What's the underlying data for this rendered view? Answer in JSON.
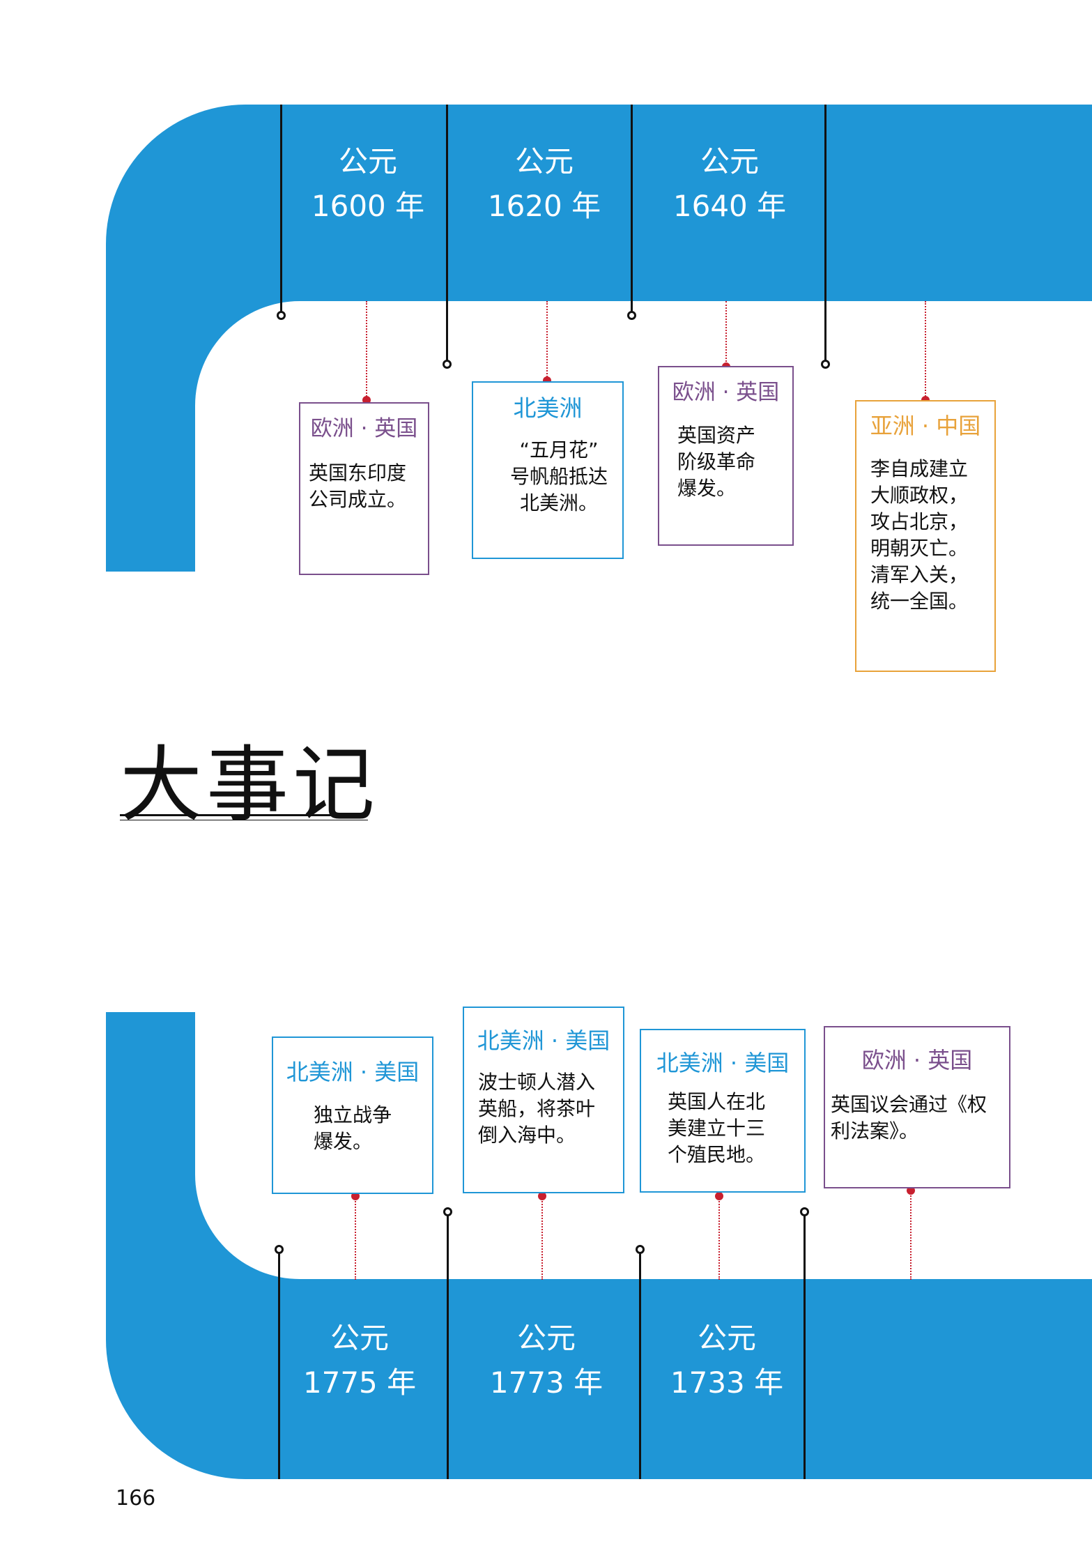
{
  "colors": {
    "band_blue": "#1f96d6",
    "europe_purple": "#7a4f8c",
    "america_blue": "#1f96d6",
    "asia_orange": "#e8a23a",
    "marker_red": "#c8202f"
  },
  "title": "大事记",
  "page_number": "166",
  "top_timeline": [
    {
      "year_prefix": "公元",
      "year": "1600 年",
      "region": "欧洲 · 英国",
      "region_color": "#7a4f8c",
      "description": "英国东印度\n公司成立。"
    },
    {
      "year_prefix": "公元",
      "year": "1620 年",
      "region": "北美洲",
      "region_color": "#1f96d6",
      "description": "“五月花”\n号帆船抵达\n北美洲。"
    },
    {
      "year_prefix": "公元",
      "year": "1640 年",
      "region": "欧洲 · 英国",
      "region_color": "#7a4f8c",
      "description": "英国资产\n阶级革命\n爆发。"
    },
    {
      "year_prefix": "",
      "year": "",
      "region": "亚洲 · 中国",
      "region_color": "#e8a23a",
      "description": "李自成建立\n大顺政权，\n攻占北京，\n明朝灭亡。\n清军入关，\n统一全国。"
    }
  ],
  "bottom_timeline": [
    {
      "year_prefix": "公元",
      "year": "1775 年",
      "region": "北美洲 · 美国",
      "region_color": "#1f96d6",
      "description": "独立战争\n爆发。"
    },
    {
      "year_prefix": "公元",
      "year": "1773 年",
      "region": "北美洲 · 美国",
      "region_color": "#1f96d6",
      "description": "波士顿人潜入\n英船，将茶叶\n倒入海中。"
    },
    {
      "year_prefix": "公元",
      "year": "1733 年",
      "region": "北美洲 · 美国",
      "region_color": "#1f96d6",
      "description": "英国人在北\n美建立十三\n个殖民地。"
    },
    {
      "year_prefix": "",
      "year": "",
      "region": "欧洲 · 英国",
      "region_color": "#7a4f8c",
      "description": "英国议会通过《权\n利法案》。"
    }
  ]
}
